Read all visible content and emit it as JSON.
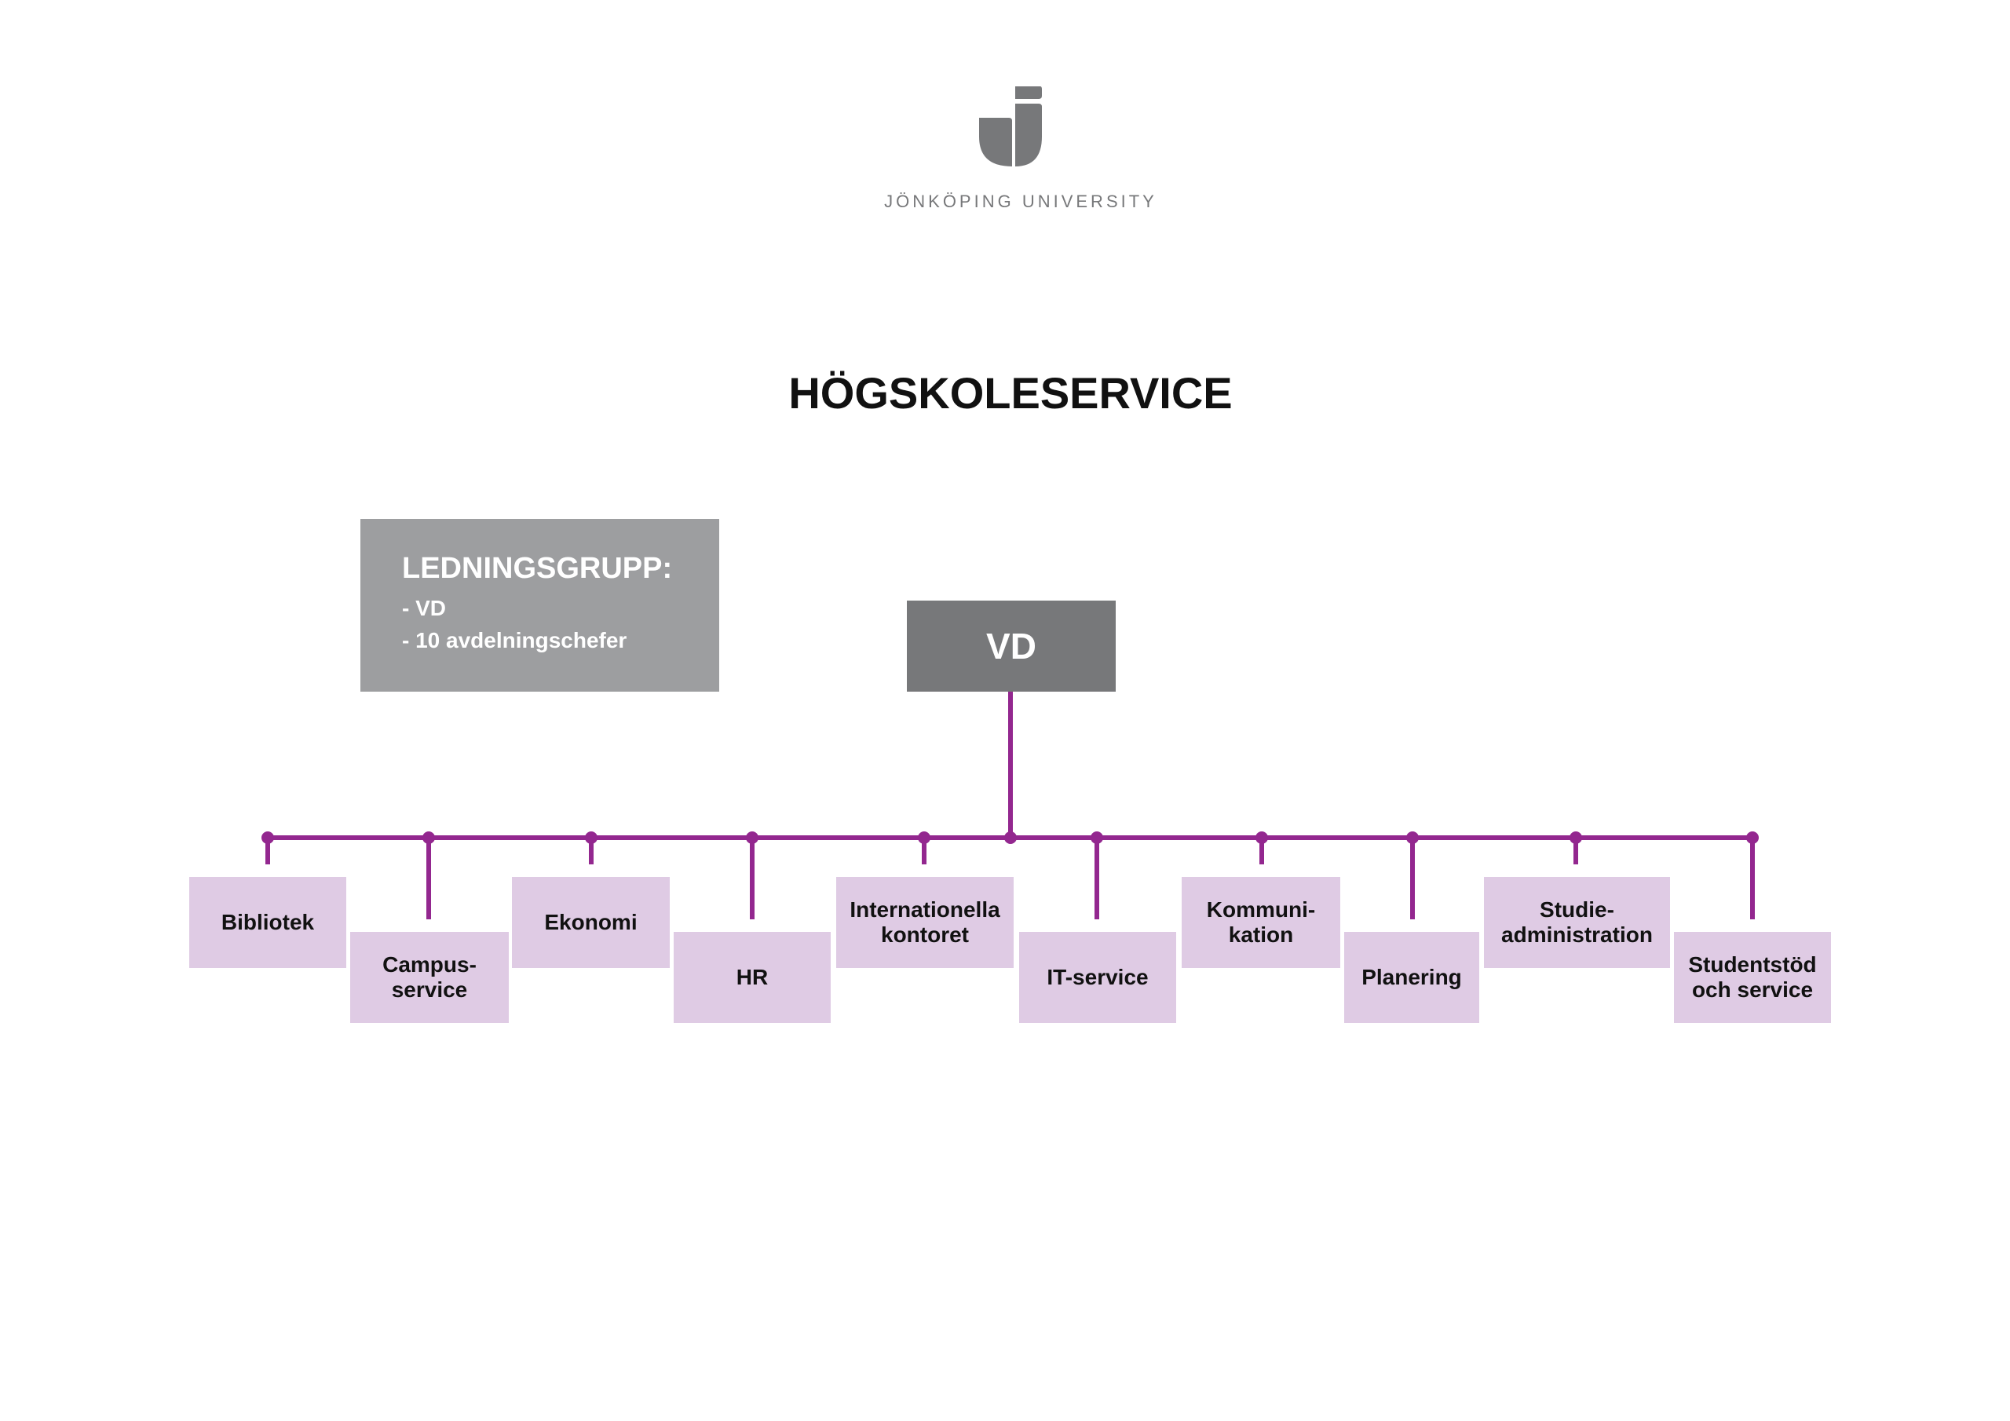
{
  "logo": {
    "name": "JÖNKÖPING UNIVERSITY"
  },
  "title": "HÖGSKOLESERVICE",
  "management": {
    "heading": "LEDNINGSGRUPP:",
    "items": [
      "- VD",
      "- 10 avdelningschefer"
    ]
  },
  "head": "VD",
  "departments": [
    {
      "lines": [
        "Bibliotek"
      ]
    },
    {
      "lines": [
        "Campus-",
        "service"
      ]
    },
    {
      "lines": [
        "Ekonomi"
      ]
    },
    {
      "lines": [
        "HR"
      ]
    },
    {
      "lines": [
        "Internationella",
        "kontoret"
      ]
    },
    {
      "lines": [
        "IT-service"
      ]
    },
    {
      "lines": [
        "Kommuni-",
        "kation"
      ]
    },
    {
      "lines": [
        "Planering"
      ]
    },
    {
      "lines": [
        "Studie-",
        "administration"
      ]
    },
    {
      "lines": [
        "Studentstöd",
        "och service"
      ]
    }
  ],
  "colors": {
    "accent": "#93278f",
    "department_fill": "#dfcbe4",
    "head_fill": "#77787a",
    "management_fill": "#9d9ea0"
  }
}
